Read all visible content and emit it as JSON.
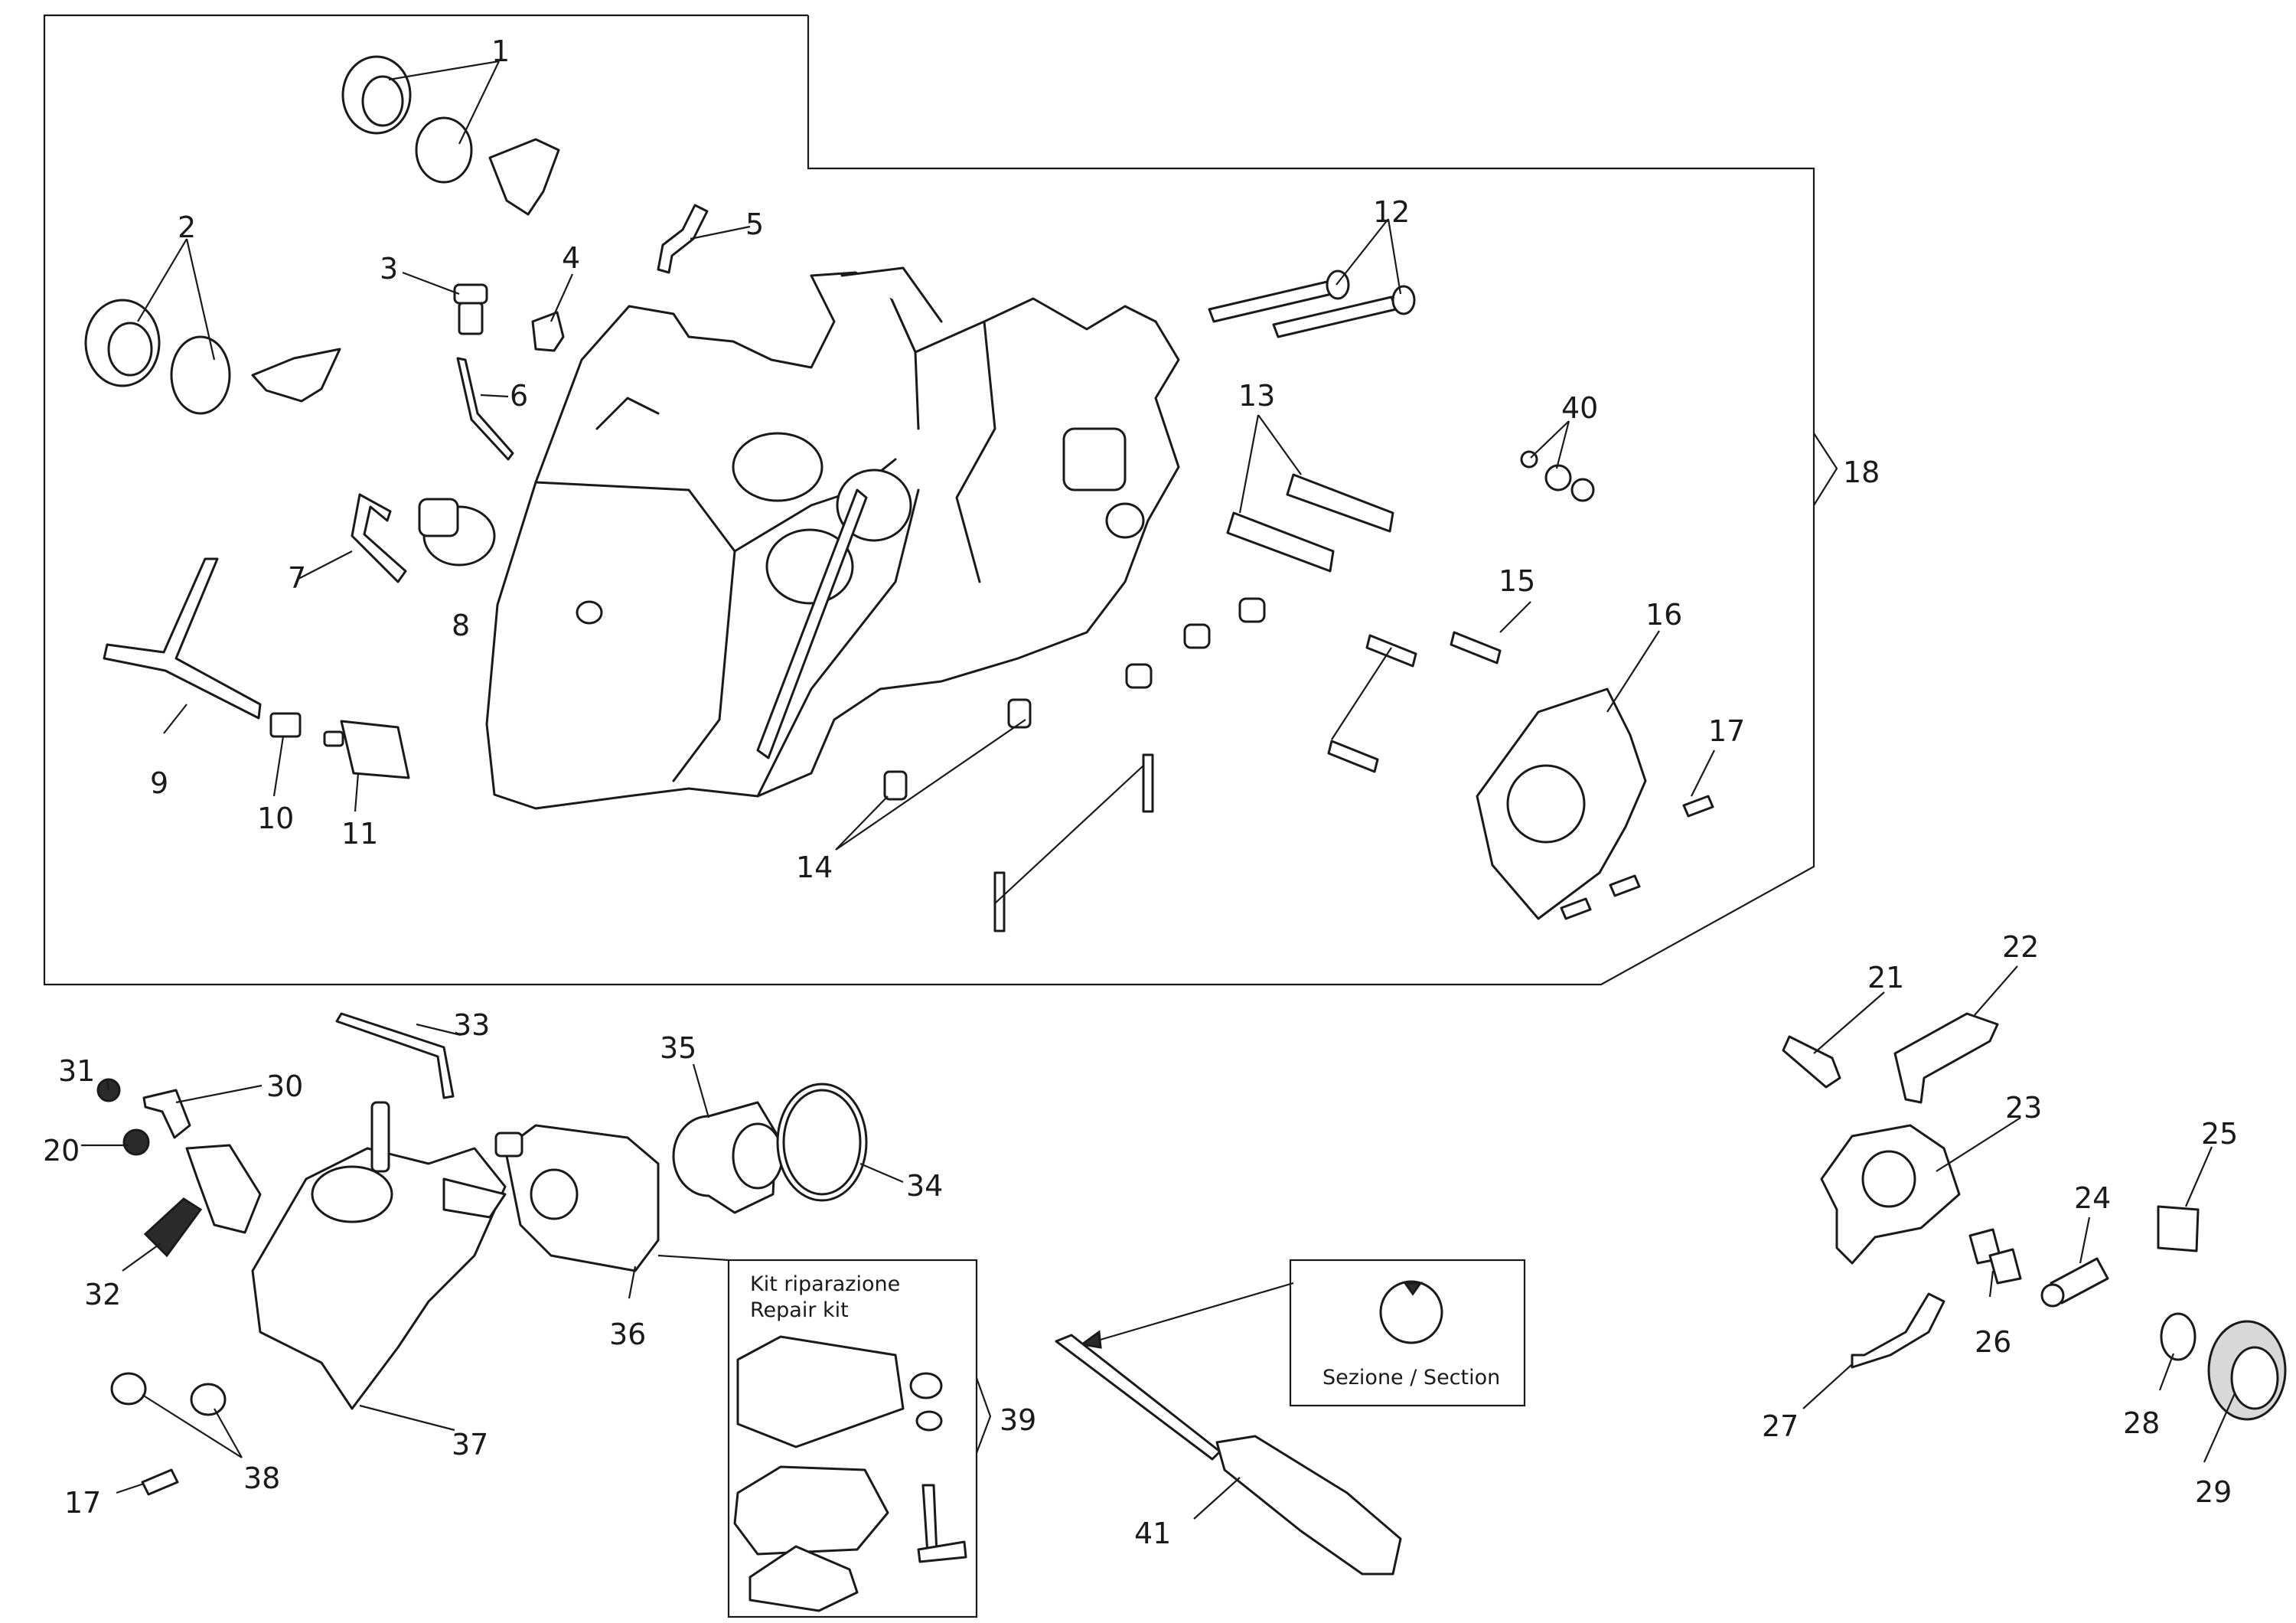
{
  "callouts": [
    "1",
    "2",
    "3",
    "4",
    "5",
    "6",
    "7",
    "8",
    "9",
    "10",
    "11",
    "12",
    "13",
    "14",
    "15",
    "16",
    "17",
    "18",
    "20",
    "21",
    "22",
    "23",
    "24",
    "25",
    "26",
    "27",
    "28",
    "29",
    "30",
    "31",
    "32",
    "33",
    "34",
    "35",
    "36",
    "17",
    "37",
    "38",
    "39",
    "40",
    "41"
  ],
  "repair_kit_box": {
    "line1": "Kit riparazione",
    "line2": "Repair kit"
  },
  "section_box": {
    "label": "Sezione / Section"
  }
}
